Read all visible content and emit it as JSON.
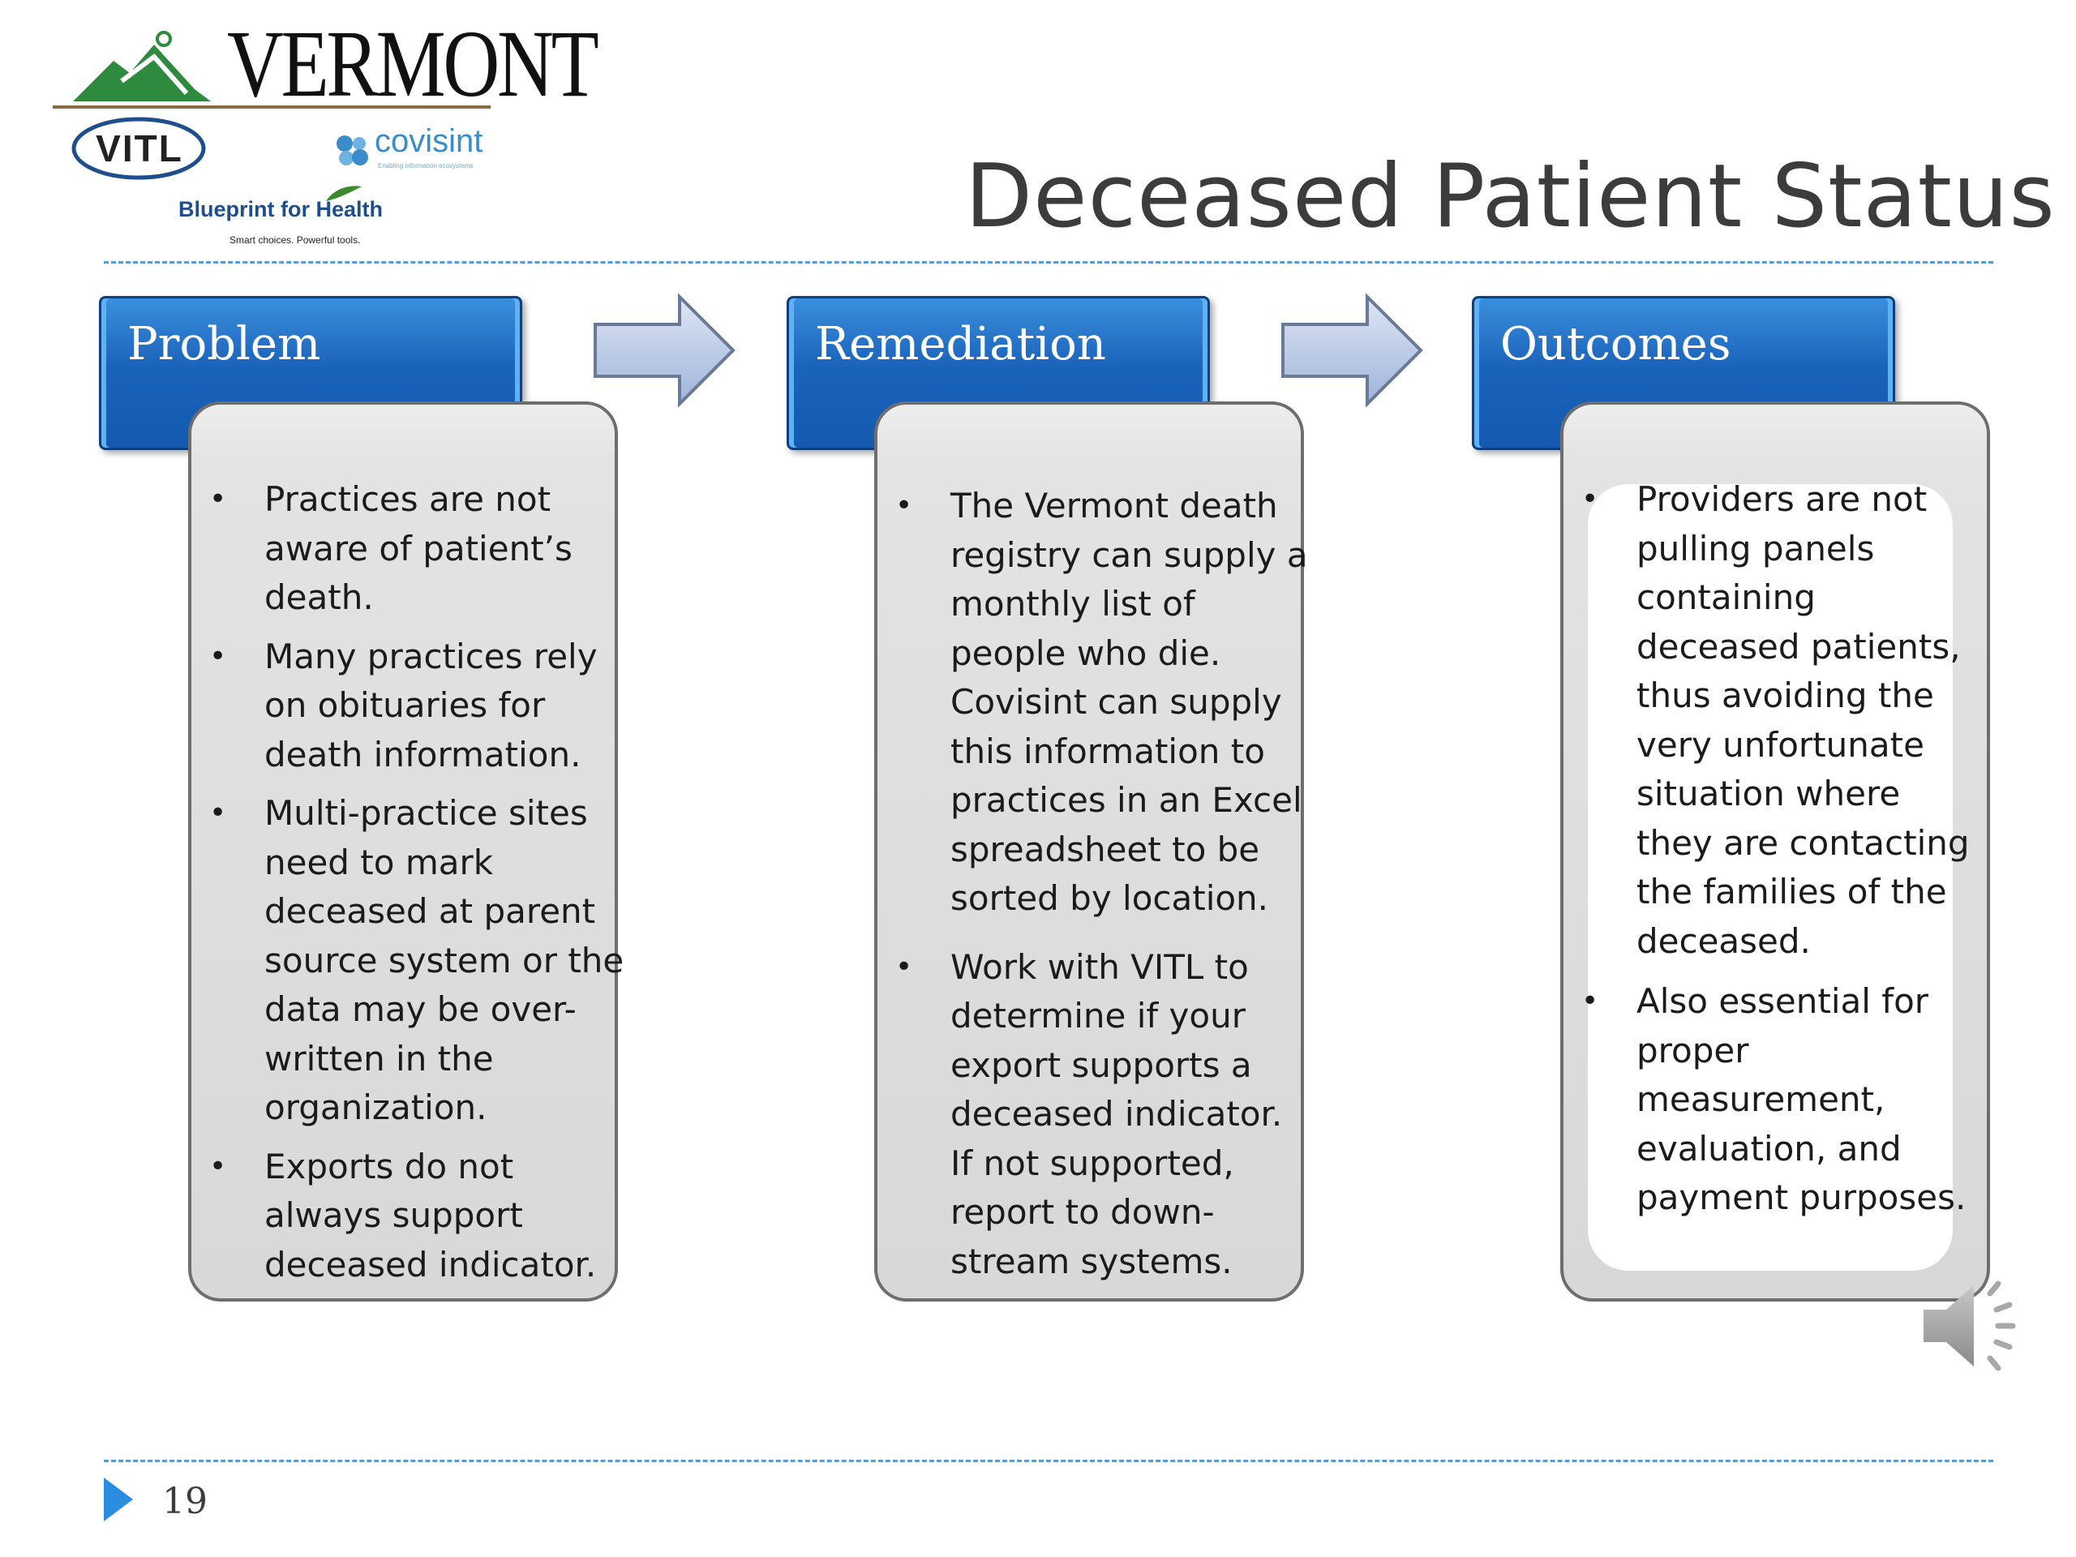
{
  "logos": {
    "vermont": "VERMONT",
    "vitl": "VITL",
    "covisint": "covisint",
    "covisint_tagline": "Enabling information ecosystems",
    "blueprint": "Blueprint for Health",
    "blueprint_tagline": "Smart choices. Powerful tools."
  },
  "title": "Deceased Patient Status",
  "panels": [
    {
      "header": "Problem",
      "bullets": [
        "Practices are not aware of patient’s death.",
        "Many practices rely on obituaries for death information.",
        "Multi-practice sites need to mark deceased at parent source system or the data may be over-written in the organization.",
        "Exports do not always support deceased indicator."
      ]
    },
    {
      "header": "Remediation",
      "bullets": [
        "The Vermont death registry can supply a monthly list of people who die. Covisint can supply this information to practices in an Excel spreadsheet to be sorted by location.",
        "Work with VITL to determine if your export supports a deceased indicator. If not supported, report to down-stream systems."
      ]
    },
    {
      "header": "Outcomes",
      "bullets": [
        "Providers are not pulling panels containing deceased patients, thus avoiding the very unfortunate situation where they are contacting the families of the deceased.",
        "Also essential for proper measurement, evaluation, and payment purposes."
      ]
    }
  ],
  "footer": {
    "page_number": "19"
  },
  "colors": {
    "header_blue": "#1b64bb",
    "panel_gray": "#dcdcdc",
    "accent_blue": "#5b9bd5"
  },
  "icons": [
    "slide-number-triangle-icon",
    "speaker-icon",
    "right-arrow-icon"
  ]
}
